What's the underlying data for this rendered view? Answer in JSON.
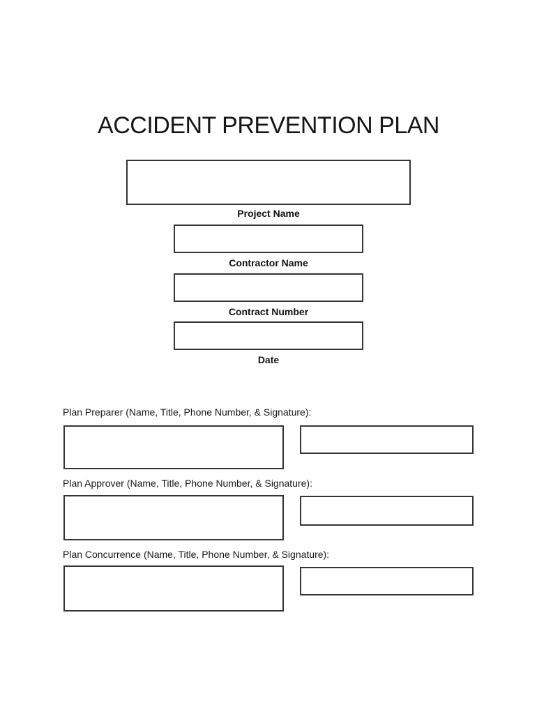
{
  "title": "ACCIDENT PREVENTION PLAN",
  "header_fields": [
    {
      "label": "Project Name"
    },
    {
      "label": "Contractor Name"
    },
    {
      "label": "Contract Number"
    },
    {
      "label": "Date"
    }
  ],
  "signature_sections": [
    {
      "label": "Plan Preparer (Name, Title, Phone Number, & Signature):"
    },
    {
      "label": "Plan Approver (Name, Title, Phone Number, & Signature):"
    },
    {
      "label": "Plan Concurrence (Name, Title, Phone Number, & Signature):"
    }
  ],
  "colors": {
    "background": "#ffffff",
    "border": "#343434",
    "text": "#111111"
  }
}
